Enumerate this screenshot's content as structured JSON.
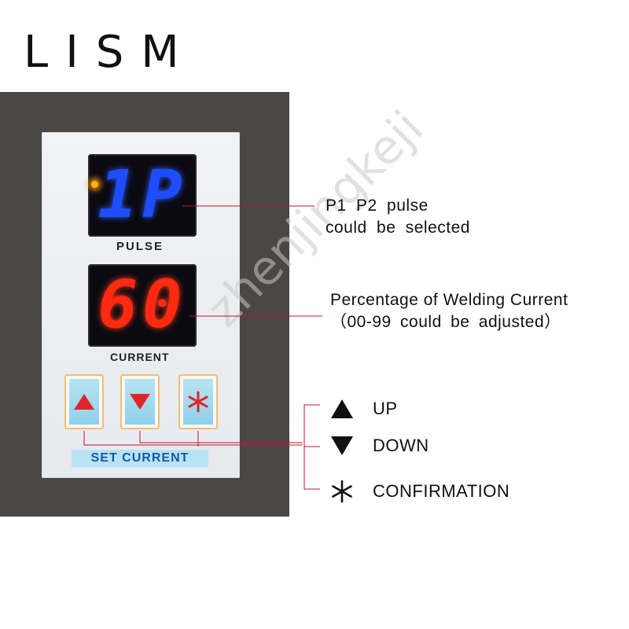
{
  "brand": {
    "name": "LISM"
  },
  "displays": {
    "pulse": {
      "value": "1P",
      "label": "PULSE"
    },
    "current": {
      "value": "60",
      "label": "CURRENT"
    }
  },
  "buttons": {
    "set_label": "SET CURRENT"
  },
  "annotations": {
    "pulse_line1": "P1 P2 pulse",
    "pulse_line2": "could be selected",
    "current_line1": "Percentage of Welding Current",
    "current_line2": "（00-99 could be adjusted）"
  },
  "legend": {
    "up": "UP",
    "down": "DOWN",
    "confirm": "CONFIRMATION"
  },
  "watermark": "zhenjingkeji",
  "colors": {
    "device_body": "#4a4746",
    "pulse_digits": "#1d4dff",
    "current_digits": "#ff2a10",
    "button_arrows": "#e0242c",
    "leader_lines": "#c8102e",
    "set_label_bg": "#b9e3f3",
    "set_label_text": "#1559a8"
  }
}
